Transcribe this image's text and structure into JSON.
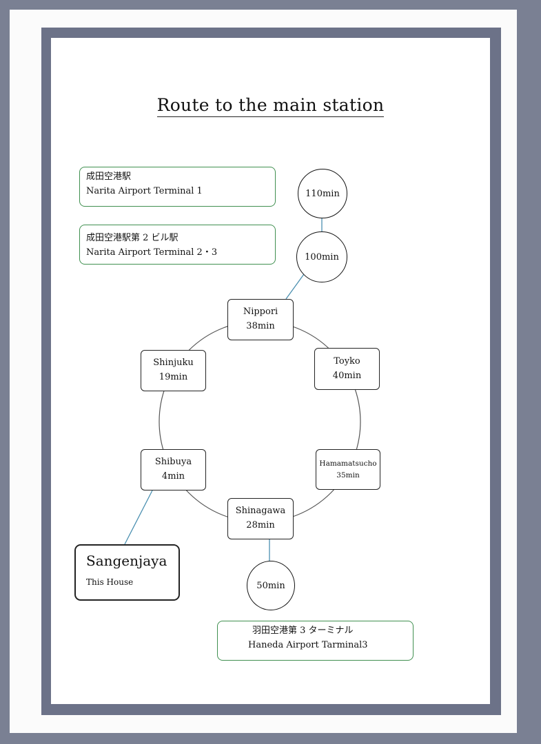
{
  "title": "Route to the main station",
  "airports": {
    "narita_t1": {
      "jp": "成田空港駅",
      "en": "Narita Airport Terminal 1"
    },
    "narita_t23": {
      "jp": "成田空港駅第 2 ビル駅",
      "en": "Narita Airport Terminal 2・3"
    },
    "haneda_t3": {
      "jp": "羽田空港第 3 ターミナル",
      "en": "Haneda Airport Tarminal3"
    }
  },
  "durations": {
    "narita_t1": "110min",
    "narita_t23": "100min",
    "haneda_t3": "50min"
  },
  "stations": {
    "nippori": {
      "name": "Nippori",
      "time": "38min"
    },
    "tokyo": {
      "name": "Toyko",
      "time": "40min"
    },
    "hamamatsucho": {
      "name": "Hamamatsucho",
      "time": "35min"
    },
    "shinagawa": {
      "name": "Shinagawa",
      "time": "28min"
    },
    "shibuya": {
      "name": "Shibuya",
      "time": "4min"
    },
    "shinjuku": {
      "name": "Shinjuku",
      "time": "19min"
    }
  },
  "home": {
    "name": "Sangenjaya",
    "note": "This House"
  },
  "colors": {
    "frame": "#6c7288",
    "airport_border": "#3f8f4f",
    "connector": "#4a8fb0"
  }
}
